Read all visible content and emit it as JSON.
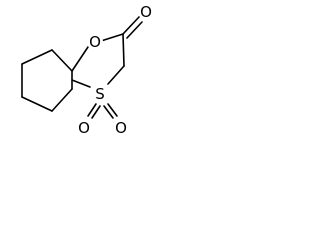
{
  "atoms": {
    "ring_oxygen": "O",
    "carbonyl_oxygen": "O",
    "sulfur": "S",
    "sulfonyl_oxygen_left": "O",
    "sulfonyl_oxygen_right": "O"
  }
}
